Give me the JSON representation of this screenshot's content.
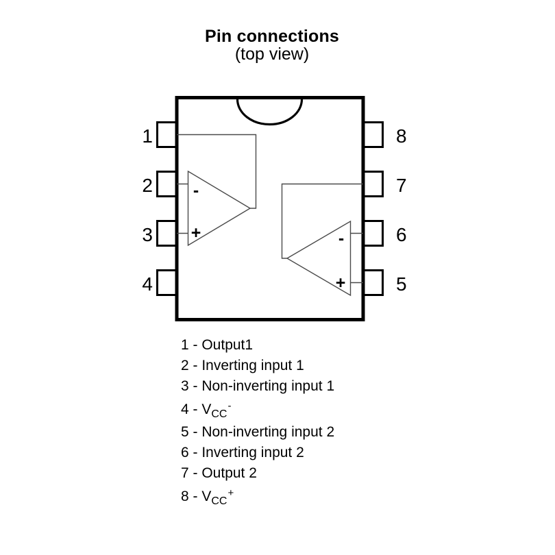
{
  "figure": {
    "title": "Pin connections",
    "subtitle": "(top view)"
  },
  "diagram": {
    "pin_numbers_left": [
      "1",
      "2",
      "3",
      "4"
    ],
    "pin_numbers_right": [
      "8",
      "7",
      "6",
      "5"
    ],
    "opamp1": {
      "inverting_sign": "-",
      "non_inverting_sign": "+"
    },
    "opamp2": {
      "inverting_sign": "-",
      "non_inverting_sign": "+"
    }
  },
  "pin_list": {
    "items": [
      {
        "text": "1 - Output1"
      },
      {
        "text": "2 - Inverting input 1"
      },
      {
        "text": "3 - Non-inverting input 1"
      },
      {
        "text": "4 - V",
        "sub": "CC",
        "sup": "-"
      },
      {
        "text": "5 - Non-inverting input 2"
      },
      {
        "text": "6 - Inverting input 2"
      },
      {
        "text": "7 - Output 2"
      },
      {
        "text": "8 - V",
        "sub": "CC",
        "sup": "+"
      }
    ]
  },
  "colors": {
    "background": "#ffffff",
    "package_outline": "#000000",
    "trace_line": "#4a4a4a",
    "text": "#000000"
  }
}
